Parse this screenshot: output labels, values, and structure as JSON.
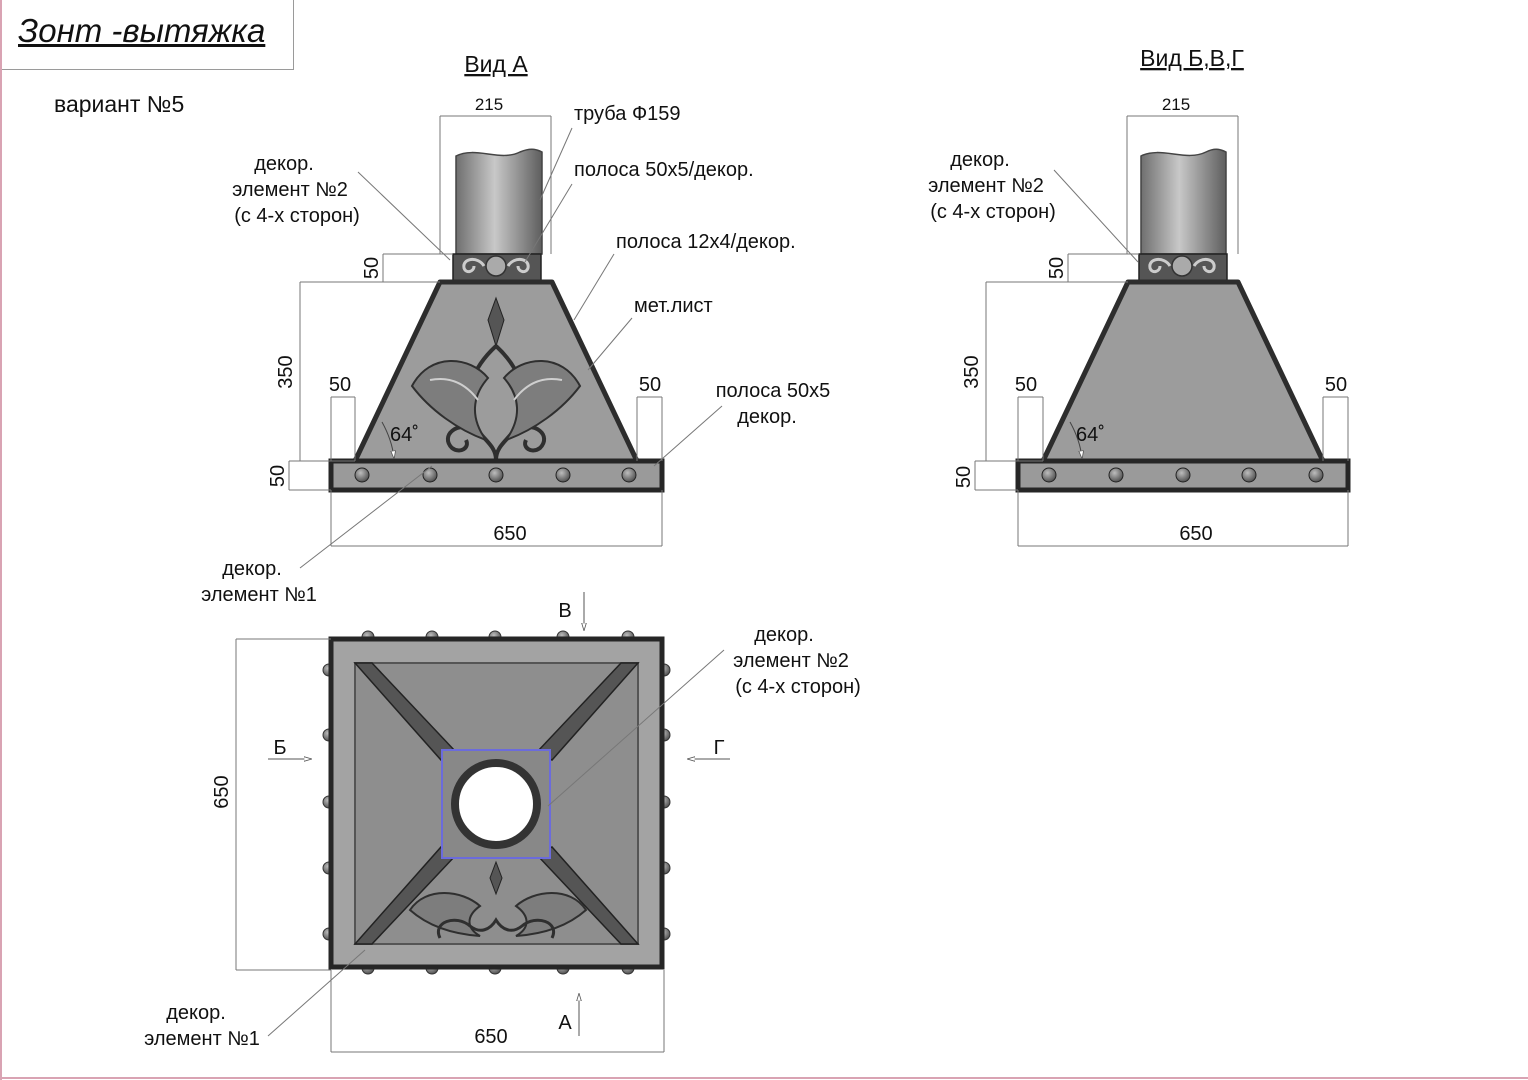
{
  "title": "Зонт -вытяжка",
  "variant": "вариант №5",
  "views": {
    "front_title": "Вид А",
    "side_title": "Вид Б,В,Г"
  },
  "labels": {
    "pipe": "труба Ф159",
    "strip1": "полоса 50х5/декор.",
    "strip2": "полоса 12х4/декор.",
    "sheet": "мет.лист",
    "strip3_line1": "полоса 50х5",
    "strip3_line2": "декор.",
    "decor_line1": "декор.",
    "decor2_line2": "элемент №2",
    "decor2_line3": "(с 4-х сторон)",
    "decor1_line2": "элемент №1"
  },
  "dims": {
    "pipe_width": "215",
    "collar_height": "50",
    "hood_height": "350",
    "side_offset": "50",
    "base_height": "50",
    "width": "650",
    "angle": "64˚"
  },
  "arrows": {
    "a": "А",
    "b": "Б",
    "v": "В",
    "g": "Г"
  },
  "colors": {
    "metal": "#9c9c9c",
    "frame": "#3a3a3a",
    "rivet": "#6e6e6e"
  }
}
